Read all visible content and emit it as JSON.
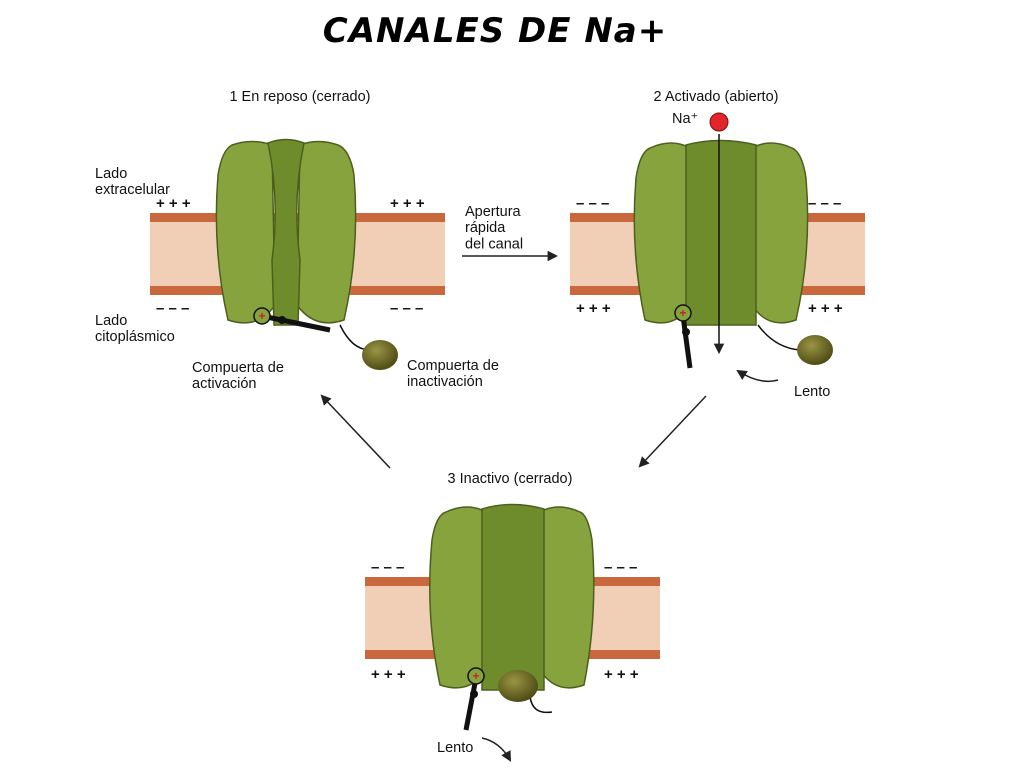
{
  "title": "CANALES DE Na+",
  "colors": {
    "membrane_fill": "#f1cfb6",
    "membrane_band": "#c9683c",
    "channel": "#86a33d",
    "channel_dark": "#5f7a23",
    "ball": "#6d6a23",
    "ion": "#e0262b"
  },
  "states": [
    {
      "label": "1 En reposo (cerrado)",
      "top_charges": "+ + +",
      "bottom_charges": "– – –",
      "annotations": {
        "outside": "Lado\nextracelular",
        "inside": "Lado\ncitoplásmico",
        "activation_gate": "Compuerta de\nactivación",
        "inactivation_gate": "Compuerta de\ninactivación"
      }
    },
    {
      "label": "2 Activado (abierto)",
      "ion": "Na⁺",
      "top_charges": "– – –",
      "bottom_charges": "+ + +",
      "slow_label": "Lento"
    },
    {
      "label": "3 Inactivo (cerrado)",
      "top_charges": "– – –",
      "bottom_charges": "+ + +",
      "slow_label": "Lento"
    }
  ],
  "transition_label": "Apertura\nrápida\ndel canal"
}
